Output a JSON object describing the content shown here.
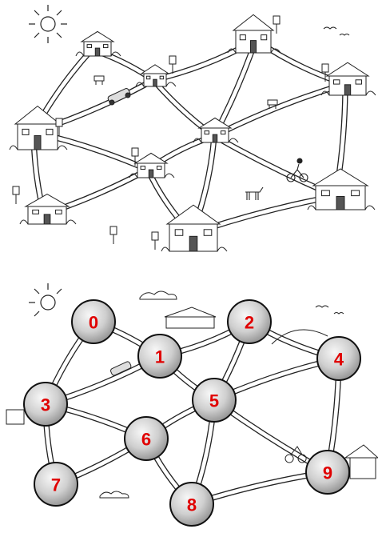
{
  "colors": {
    "road": "#222222",
    "node_fill_light": "#f2f2f2",
    "node_fill_dark": "#9a9a9a",
    "node_stroke": "#111111",
    "label": "#e00000",
    "watermark": "#c9c9c9"
  },
  "top_map": {
    "description_icons": [
      "sun-icon",
      "house-icon",
      "tree-icon",
      "mailbox-icon",
      "car-icon",
      "cyclist-icon",
      "horse-icon",
      "cow-icon",
      "bird-icon"
    ]
  },
  "graph": {
    "nodes": [
      {
        "id": "0",
        "label": "0"
      },
      {
        "id": "1",
        "label": "1"
      },
      {
        "id": "2",
        "label": "2"
      },
      {
        "id": "3",
        "label": "3"
      },
      {
        "id": "4",
        "label": "4"
      },
      {
        "id": "5",
        "label": "5"
      },
      {
        "id": "6",
        "label": "6"
      },
      {
        "id": "7",
        "label": "7"
      },
      {
        "id": "8",
        "label": "8"
      },
      {
        "id": "9",
        "label": "9"
      }
    ],
    "edges": [
      [
        "0",
        "3"
      ],
      [
        "0",
        "1"
      ],
      [
        "1",
        "2"
      ],
      [
        "1",
        "3"
      ],
      [
        "1",
        "5"
      ],
      [
        "2",
        "5"
      ],
      [
        "2",
        "4"
      ],
      [
        "3",
        "6"
      ],
      [
        "3",
        "7"
      ],
      [
        "4",
        "5"
      ],
      [
        "4",
        "9"
      ],
      [
        "5",
        "6"
      ],
      [
        "5",
        "8"
      ],
      [
        "5",
        "9"
      ],
      [
        "6",
        "7"
      ],
      [
        "6",
        "8"
      ],
      [
        "8",
        "9"
      ]
    ]
  }
}
